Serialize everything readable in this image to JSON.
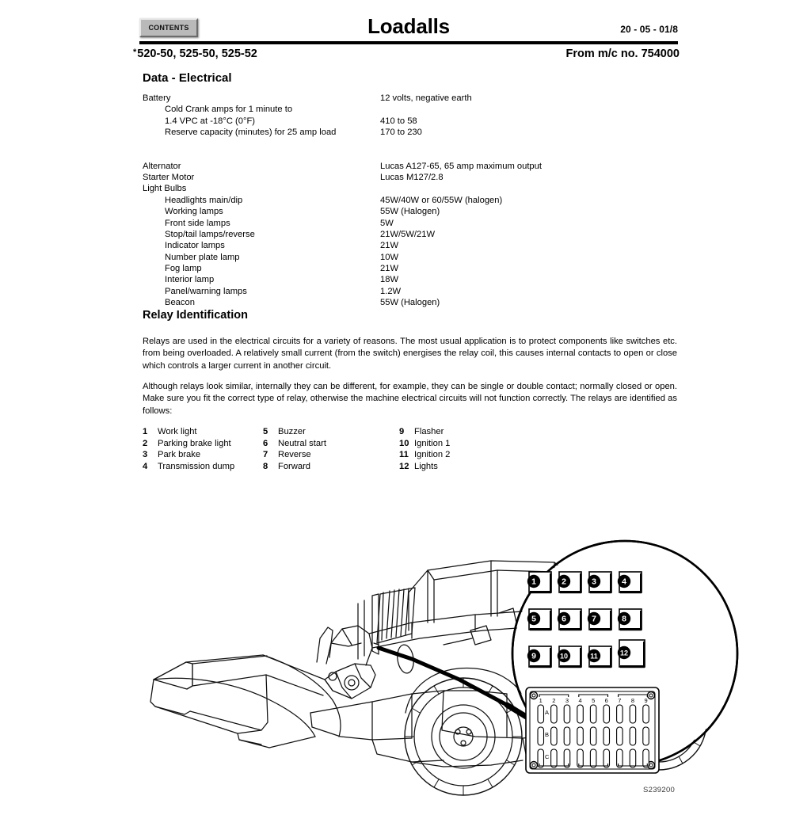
{
  "header": {
    "contents_button": "CONTENTS",
    "title": "Loadalls",
    "page_ref": "20 - 05 - 01/8",
    "models": "520-50, 525-50, 525-52",
    "models_marker": "*",
    "from_machine_no": "From m/c no. 754000"
  },
  "sections": {
    "data_electrical": "Data - Electrical",
    "relay_identification": "Relay Identification"
  },
  "spec_rows": [
    {
      "label": "Battery",
      "indent": 0,
      "value": "12 volts, negative earth"
    },
    {
      "label": "Cold Crank amps for 1 minute to",
      "indent": 1,
      "value": ""
    },
    {
      "label": "1.4 VPC at -18°C (0°F)",
      "indent": 1,
      "value": "410 to 58"
    },
    {
      "label": "Reserve capacity (minutes) for 25 amp load",
      "indent": 1,
      "value": "170 to 230"
    },
    {
      "label": "",
      "indent": 0,
      "value": "",
      "gap": true
    },
    {
      "label": "Alternator",
      "indent": 0,
      "value": "Lucas A127-65, 65 amp maximum output"
    },
    {
      "label": "Starter Motor",
      "indent": 0,
      "value": "Lucas M127/2.8"
    },
    {
      "label": "Light Bulbs",
      "indent": 0,
      "value": ""
    },
    {
      "label": "Headlights main/dip",
      "indent": 1,
      "value": "45W/40W or 60/55W (halogen)"
    },
    {
      "label": "Working lamps",
      "indent": 1,
      "value": "55W (Halogen)"
    },
    {
      "label": "Front side lamps",
      "indent": 1,
      "value": "5W"
    },
    {
      "label": "Stop/tail lamps/reverse",
      "indent": 1,
      "value": "21W/5W/21W"
    },
    {
      "label": "Indicator lamps",
      "indent": 1,
      "value": "21W"
    },
    {
      "label": "Number plate lamp",
      "indent": 1,
      "value": "10W"
    },
    {
      "label": "Fog lamp",
      "indent": 1,
      "value": "21W"
    },
    {
      "label": "Interior lamp",
      "indent": 1,
      "value": "18W"
    },
    {
      "label": "Panel/warning lamps",
      "indent": 1,
      "value": "1.2W"
    },
    {
      "label": "Beacon",
      "indent": 1,
      "value": "55W (Halogen)"
    }
  ],
  "paragraphs": {
    "p1": "Relays are used in the electrical circuits for a variety of reasons. The most usual application is to protect components like switches etc. from being overloaded. A relatively small current (from the switch) energises the relay coil, this causes internal contacts to open or close which controls a larger current in another circuit.",
    "p2": "Although relays look similar, internally they can be different, for example, they can be single or double contact; normally closed or open. Make sure you fit the correct type of relay, otherwise the machine electrical circuits will not function correctly. The relays are identified as follows:"
  },
  "relay_list": {
    "column1": [
      {
        "num": "1",
        "label": "Work light"
      },
      {
        "num": "2",
        "label": "Parking brake light"
      },
      {
        "num": "3",
        "label": "Park brake"
      },
      {
        "num": "4",
        "label": "Transmission dump"
      }
    ],
    "column2": [
      {
        "num": "5",
        "label": "Buzzer"
      },
      {
        "num": "6",
        "label": "Neutral start"
      },
      {
        "num": "7",
        "label": "Reverse"
      },
      {
        "num": "8",
        "label": "Forward"
      }
    ],
    "column3": [
      {
        "num": "9",
        "label": "Flasher"
      },
      {
        "num": "10",
        "label": "Ignition 1"
      },
      {
        "num": "11",
        "label": "Ignition 2"
      },
      {
        "num": "12",
        "label": "Lights"
      }
    ]
  },
  "illustration": {
    "figure_ref": "S239200",
    "relay_grid_numbers": [
      "1",
      "2",
      "3",
      "4",
      "5",
      "6",
      "7",
      "8",
      "9",
      "10",
      "11",
      "12"
    ],
    "fuse_box_columns": [
      "1",
      "2",
      "3",
      "4",
      "5",
      "6",
      "7",
      "8",
      "9"
    ],
    "fuse_box_rows": [
      "A",
      "B",
      "C"
    ]
  },
  "colors": {
    "ink": "#000000",
    "paper": "#ffffff",
    "button_face": "#b9b9b9",
    "figure_ref": "#3a3a3a"
  }
}
